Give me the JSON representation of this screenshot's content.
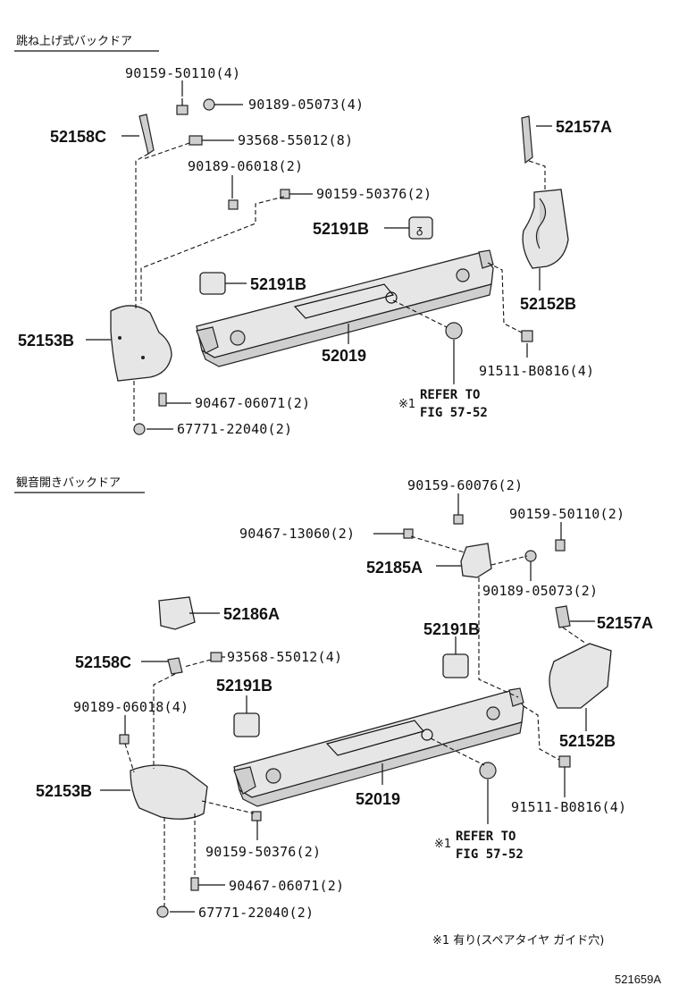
{
  "sections": {
    "top_header": "跳ね上げ式バックドア",
    "bottom_header": "観音開きバックドア"
  },
  "top": {
    "p_90159_50110": "90159-50110(4)",
    "p_90189_05073": "90189-05073(4)",
    "p_52158C": "52158C",
    "p_93568_55012": "93568-55012(8)",
    "p_90189_06018": "90189-06018(2)",
    "p_90159_50376": "90159-50376(2)",
    "p_52157A": "52157A",
    "p_52191B_a": "52191B",
    "p_52191B_b": "52191B",
    "p_52152B": "52152B",
    "p_52153B": "52153B",
    "p_52019": "52019",
    "p_91511_B0816": "91511-B0816(4)",
    "p_90467_06071": "90467-06071(2)",
    "p_67771_22040": "67771-22040(2)",
    "ref_mark": "※1",
    "ref_line1": "REFER TO",
    "ref_line2": "FIG 57-52"
  },
  "bottom": {
    "p_90159_60076": "90159-60076(2)",
    "p_90467_13060": "90467-13060(2)",
    "p_90159_50110": "90159-50110(2)",
    "p_52185A": "52185A",
    "p_90189_05073": "90189-05073(2)",
    "p_52186A": "52186A",
    "p_52191B_a": "52191B",
    "p_52157A": "52157A",
    "p_52158C": "52158C",
    "p_93568_55012": "93568-55012(4)",
    "p_52191B_b": "52191B",
    "p_90189_06018": "90189-06018(4)",
    "p_52152B": "52152B",
    "p_52153B": "52153B",
    "p_52019": "52019",
    "p_91511_B0816": "91511-B0816(4)",
    "p_90159_50376": "90159-50376(2)",
    "p_90467_06071": "90467-06071(2)",
    "p_67771_22040": "67771-22040(2)",
    "ref_mark": "※1",
    "ref_line1": "REFER TO",
    "ref_line2": "FIG 57-52"
  },
  "footnote": "※1 有り(スペアタイヤ ガイド穴)",
  "figure_code": "521659A"
}
